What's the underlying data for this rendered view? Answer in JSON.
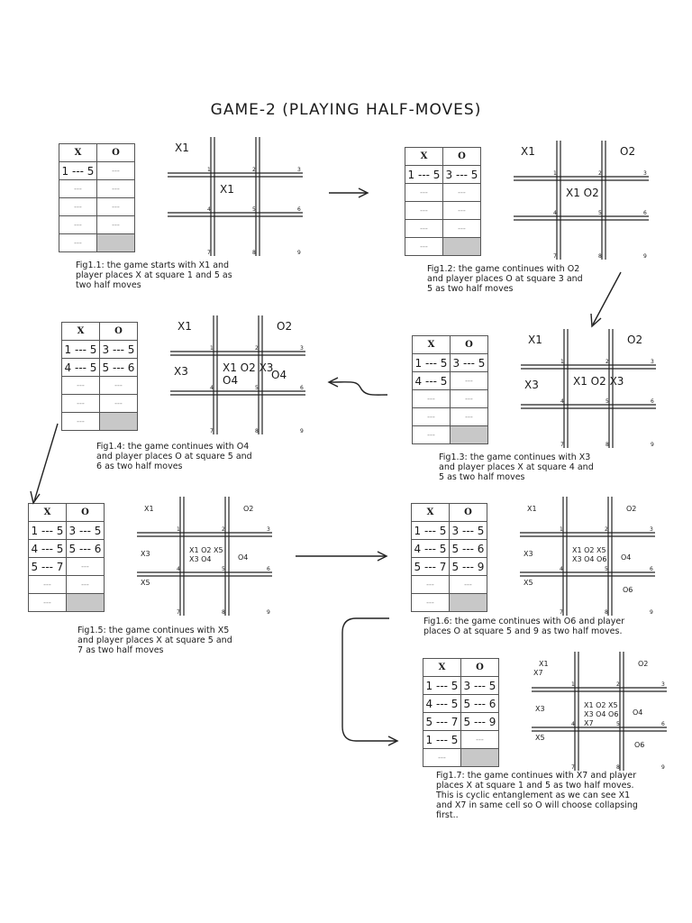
{
  "title": "GAME-2 (PLAYING HALF-MOVES)",
  "table_headers": [
    "X",
    "O"
  ],
  "dash": "---",
  "figures": [
    {
      "caption": "Fig1.1: the game starts with X1 and\nplayer places X at square 1 and 5 as\ntwo half moves",
      "rows": [
        [
          "1 --- 5",
          "---"
        ],
        [
          "---",
          "---"
        ],
        [
          "---",
          "---"
        ],
        [
          "---",
          "---"
        ],
        [
          "---",
          ""
        ]
      ],
      "marks": [
        {
          "cell": "outside-top-left",
          "text": "X1"
        },
        {
          "cell": 5,
          "text": "X1"
        }
      ]
    },
    {
      "caption": "Fig1.2: the game continues with O2\nand player places O at square 3 and\n5 as two half moves",
      "rows": [
        [
          "1 --- 5",
          "3 --- 5"
        ],
        [
          "---",
          "---"
        ],
        [
          "---",
          "---"
        ],
        [
          "---",
          "---"
        ],
        [
          "---",
          ""
        ]
      ],
      "marks": [
        {
          "cell": "outside-top-left",
          "text": "X1"
        },
        {
          "cell": "outside-top-right",
          "text": "O2"
        },
        {
          "cell": 5,
          "text": "X1 O2"
        }
      ]
    },
    {
      "caption": "Fig1.3: the game continues with X3\nand player places X at square 4 and\n5 as two half moves",
      "rows": [
        [
          "1 --- 5",
          "3 --- 5"
        ],
        [
          "4 --- 5",
          "---"
        ],
        [
          "---",
          "---"
        ],
        [
          "---",
          "---"
        ],
        [
          "---",
          ""
        ]
      ],
      "marks": [
        {
          "cell": "outside-top-left",
          "text": "X1"
        },
        {
          "cell": "outside-top-right",
          "text": "O2"
        },
        {
          "cell": 4,
          "text": "X3"
        },
        {
          "cell": 5,
          "text": "X1 O2 X3"
        }
      ]
    },
    {
      "caption": "Fig1.4: the game continues with O4\nand player places O at square 5 and\n6 as two half moves",
      "rows": [
        [
          "1 --- 5",
          "3 --- 5"
        ],
        [
          "4 --- 5",
          "5 --- 6"
        ],
        [
          "---",
          "---"
        ],
        [
          "---",
          "---"
        ],
        [
          "---",
          ""
        ]
      ],
      "marks": [
        {
          "cell": "outside-top-left",
          "text": "X1"
        },
        {
          "cell": "outside-top-right",
          "text": "O2"
        },
        {
          "cell": 4,
          "text": "X3"
        },
        {
          "cell": 5,
          "text": "X1 O2 X3 O4"
        },
        {
          "cell": 6,
          "text": "O4"
        }
      ]
    },
    {
      "caption": "Fig1.5: the game continues with X5\nand player places X at square 5 and\n7 as two half moves",
      "rows": [
        [
          "1 --- 5",
          "3 --- 5"
        ],
        [
          "4 --- 5",
          "5 --- 6"
        ],
        [
          "5 --- 7",
          "---"
        ],
        [
          "---",
          "---"
        ],
        [
          "---",
          ""
        ]
      ],
      "marks": [
        {
          "cell": "outside-top-left",
          "text": "X1"
        },
        {
          "cell": "outside-top-right",
          "text": "O2"
        },
        {
          "cell": 4,
          "text": "X3"
        },
        {
          "cell": 5,
          "text": "X1 O2 X5 X3 O4"
        },
        {
          "cell": 6,
          "text": "O4"
        },
        {
          "cell": 7,
          "text": "X5"
        }
      ]
    },
    {
      "caption": "Fig1.6: the game continues with O6 and player\nplaces O at square 5 and 9 as two half moves.",
      "rows": [
        [
          "1 --- 5",
          "3 --- 5"
        ],
        [
          "4 --- 5",
          "5 --- 6"
        ],
        [
          "5 --- 7",
          "5 --- 9"
        ],
        [
          "---",
          "---"
        ],
        [
          "---",
          ""
        ]
      ],
      "marks": [
        {
          "cell": "outside-top-left",
          "text": "X1"
        },
        {
          "cell": "outside-top-right",
          "text": "O2"
        },
        {
          "cell": 4,
          "text": "X3"
        },
        {
          "cell": 5,
          "text": "X1 O2 X5 X3 O4 O6"
        },
        {
          "cell": 6,
          "text": "O4"
        },
        {
          "cell": 7,
          "text": "X5"
        },
        {
          "cell": 9,
          "text": "O6"
        }
      ]
    },
    {
      "caption": "Fig1.7: the game continues with X7 and player\nplaces X at square 1 and 5 as two half moves.\nThis is cyclic entanglement as we can see X1\nand X7 in same cell so O will choose collapsing\nfirst..",
      "rows": [
        [
          "1 --- 5",
          "3 --- 5"
        ],
        [
          "4 --- 5",
          "5 --- 6"
        ],
        [
          "5 --- 7",
          "5 --- 9"
        ],
        [
          "1 --- 5",
          "---"
        ],
        [
          "---",
          ""
        ]
      ],
      "marks": [
        {
          "cell": "outside-top-left",
          "text": "X1 X7"
        },
        {
          "cell": "outside-top-right",
          "text": "O2"
        },
        {
          "cell": 4,
          "text": "X3"
        },
        {
          "cell": 5,
          "text": "X1 O2 X5 X3 O4 O6 X7"
        },
        {
          "cell": 6,
          "text": "O4"
        },
        {
          "cell": 7,
          "text": "X5"
        },
        {
          "cell": 9,
          "text": "O6"
        }
      ]
    }
  ]
}
